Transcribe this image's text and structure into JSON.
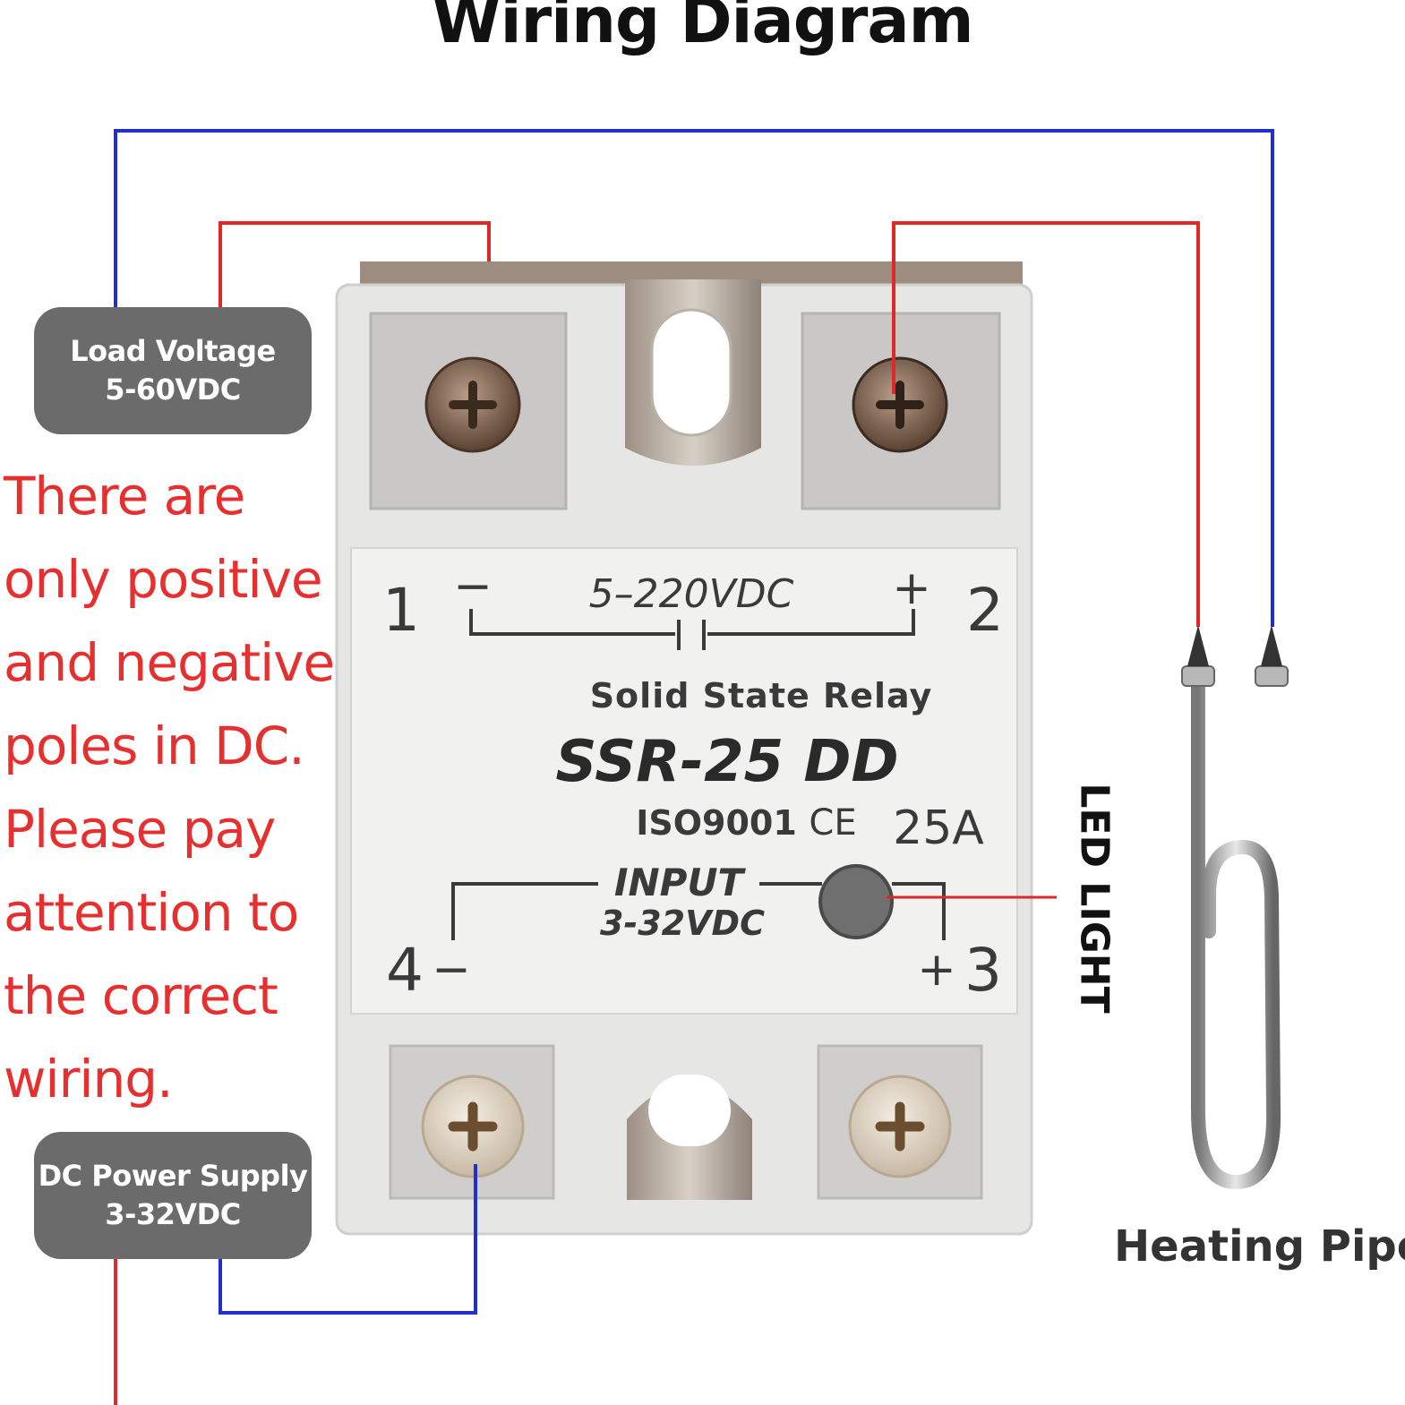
{
  "title": "Wiring Diagram",
  "load_voltage_badge": {
    "line1": "Load Voltage",
    "line2": "5-60VDC"
  },
  "dc_supply_badge": {
    "line1": "DC Power Supply",
    "line2": "3-32VDC"
  },
  "note_lines": [
    "There are",
    "only positive",
    "and negative",
    "poles in DC.",
    "Please pay",
    "attention to",
    "the correct",
    "wiring."
  ],
  "relay": {
    "terminal_1": "1",
    "terminal_2": "2",
    "terminal_3": "3",
    "terminal_4": "4",
    "minus_top": "−",
    "plus_top": "+",
    "minus_bottom": "−",
    "plus_bottom": "+",
    "output_voltage": "5–220VDC",
    "type": "Solid State Relay",
    "model": "SSR-25 DD",
    "cert": "ISO9001",
    "ce_mark": "CE",
    "current": "25A",
    "input_label": "INPUT",
    "input_voltage": "3-32VDC"
  },
  "led_label": "LED LIGHT",
  "heating_pipe_label": "Heating Pipe",
  "colors": {
    "wire_blue": "#1f2fd0",
    "wire_red": "#e02828",
    "badge_gray": "#6b6b6b",
    "note_red": "#e63030"
  }
}
